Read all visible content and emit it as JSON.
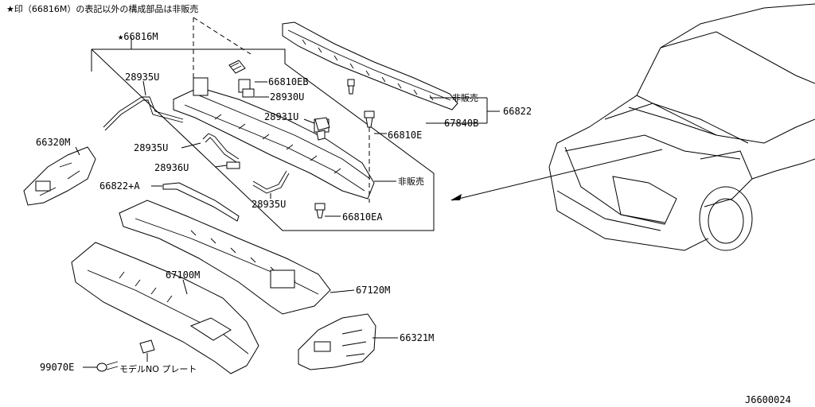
{
  "header_note": "★印（66816M）の表記以外の構成部品は非販売",
  "diagram_code": "J6600024",
  "labels": {
    "p66816m": "★66816M",
    "p28935u_a": "28935U",
    "p66810eb": "66810EB",
    "p28930u": "28930U",
    "p28931u": "28931U",
    "p66810e": "66810E",
    "p28935u_b": "28935U",
    "p28936u": "28936U",
    "p28935u_c": "28935U",
    "p66810ea": "66810EA",
    "not_sold_1": "非販売",
    "not_sold_2": "非販売",
    "p66822": "66822",
    "p67840b": "67840B",
    "p66320m": "66320M",
    "p66822a": "66822+A",
    "p67100m": "67100M",
    "p67120m": "67120M",
    "p66321m": "66321M",
    "p99070e": "99070E",
    "model_plate": "モデルNO プレート"
  }
}
